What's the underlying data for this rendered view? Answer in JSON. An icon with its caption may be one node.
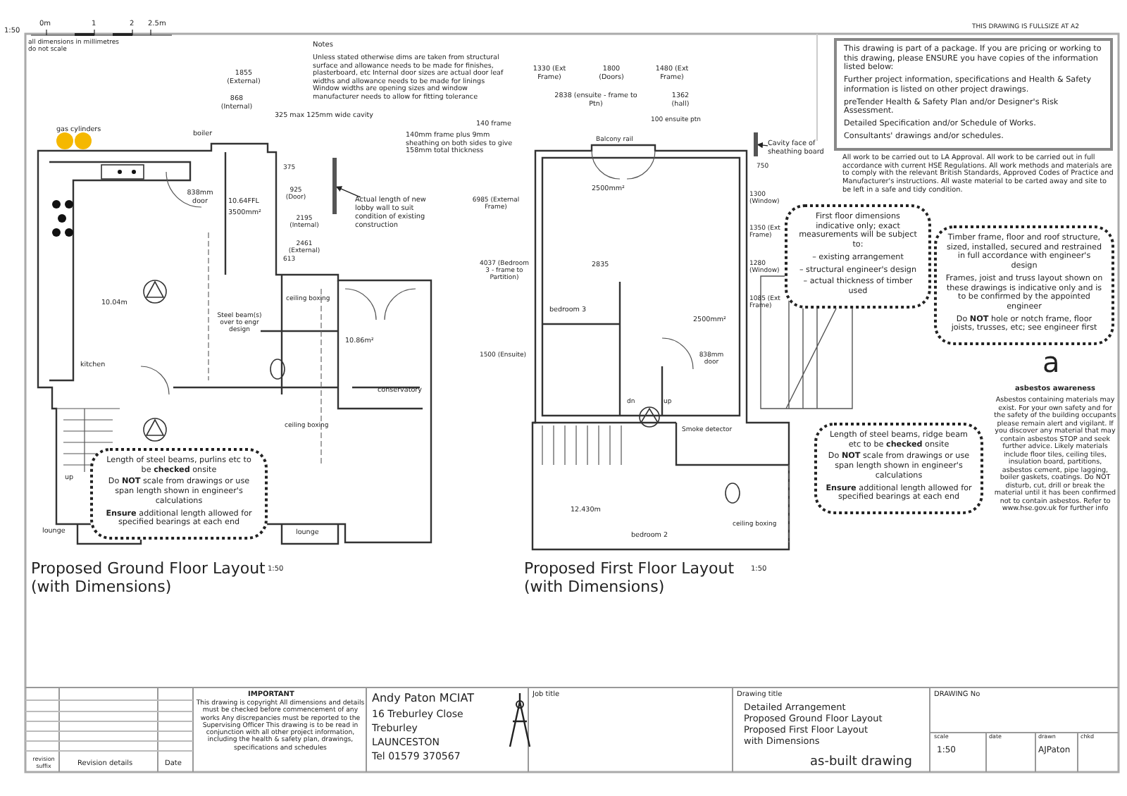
{
  "diagram": {
    "nodes": [
      {
        "text": [
          "This drawing is part of a package. If you are pricing or working to this drawing, please ENSURE you have copies of the information listed below:",
          "Further project information, specifications and Health & Safety information is listed on other project drawings.",
          "preTender Health & Safety Plan and/or Designer's Risk Assessment.",
          "Detailed Specification and/or Schedule of Works.",
          "Consultants' drawings and/or schedules."
        ]
      },
      {
        "text": [
          "Actual length of new lobby wall to suit condition of existing construction"
        ]
      },
      {
        "text": [
          "Cavity face of sheathing board"
        ]
      },
      {
        "text": [
          "First floor dimensions indicative only; exact measurements will be subject to:",
          "– existing arrangement",
          "– structural engineer's design",
          "– actual thickness of timber used"
        ]
      },
      {
        "text": [
          "Timber frame, floor and roof structure, sized, installed, secured and restrained in full accordance with engineer's design",
          "Frames, joist and truss layout shown on these drawings is indicative only and is to be confirmed by the appointed engineer",
          "Do **NOT** hole or notch frame, floor joists, trusses, etc; see engineer first"
        ]
      },
      {
        "text": [
          "Length of steel beams, purlins etc to be **checked** onsite",
          "Do **NOT** scale from drawings or use span length shown in engineer's calculations",
          "**Ensure** additional length allowed for specified bearings at each end"
        ]
      },
      {
        "text": [
          "Length of steel beams, ridge beam etc to be **checked** onsite",
          "Do **NOT** scale from drawings or use span length shown in engineer's calculations",
          "**Ensure** additional length allowed for specified bearings at each end"
        ]
      },
      {
        "text": [],
        "shape": "bar"
      },
      {
        "text": [],
        "shape": "bar"
      }
    ],
    "edges": [
      {
        "from": 1,
        "to": 7,
        "arrow": "to"
      },
      {
        "from": 2,
        "to": 8,
        "arrow": "to"
      }
    ],
    "labels": [
      "1:50",
      "0m",
      "1",
      "2",
      "2.5m",
      "all dimensions in millimetres",
      "do not scale",
      "THIS DRAWING IS FULLSIZE AT A2",
      "Notes",
      "Unless stated otherwise dims are taken from structural surface and allowance needs to be made for finishes, plasterboard, etc Internal door sizes are actual door leaf widths and allowance needs to be made for linings Window widths are opening sizes and window manufacturer needs to allow for fitting tolerance",
      "1855 (External)",
      "868 (Internal)",
      "325 max 125mm wide cavity",
      "gas cylinders",
      "boiler",
      "838mm door",
      "10.64FFL",
      "3500mm²",
      "375",
      "925 (Door)",
      "2195 (Internal)",
      "2461 (External)",
      "613",
      "10.04m",
      "Steel beam(s) over to engr design",
      "ceiling boxing",
      "10.86m²",
      "conservatory",
      "kitchen",
      "up",
      "ceiling boxing",
      "lounge",
      "lounge",
      "Proposed Ground Floor Layout",
      "1:50",
      "(with Dimensions)",
      "1330 (Ext Frame)",
      "1800 (Doors)",
      "1480 (Ext Frame)",
      "2838 (ensuite - frame to Ptn)",
      "1362 (hall)",
      "100 ensuite ptn",
      "140 frame",
      "140mm frame plus 9mm sheathing on both sides to give 158mm total thickness",
      "Balcony rail",
      "2500mm²",
      "2835",
      "750",
      "1300 (Window)",
      "1350 (Ext Frame)",
      "1280 (Window)",
      "1085 (Ext Frame)",
      "6985 (External Frame)",
      "4037 (Bedroom 3 - frame to Partition)",
      "1500 (Ensuite)",
      "bedroom 3",
      "838mm door",
      "2500mm²",
      "dn",
      "up",
      "Smoke detector",
      "12.430m",
      "ceiling boxing",
      "bedroom 2",
      "Proposed First Floor Layout",
      "1:50",
      "(with Dimensions)",
      "All work to be carried out to LA Approval. All work to be carried out in full accordance with current HSE Regulations. All work methods and materials are to comply with the relevant British Standards, Approved Codes of Practice and Manufacturer's instructions. All waste material to be carted away and site to be left in a safe and tidy condition.",
      "a",
      "asbestos awareness",
      "Asbestos containing materials may exist. For your own safety and for the safety of the building occupants please remain alert and vigilant. If you discover any material that may contain asbestos STOP and seek further advice. Likely materials include floor tiles, ceiling tiles, insulation board, partitions, asbestos cement, pipe lagging, boiler gaskets, coatings. Do NOT disturb, cut, drill or break the material until it has been confirmed not to contain asbestos. Refer to www.hse.gov.uk for further info",
      "revision suffix",
      "Revision details",
      "Date",
      "IMPORTANT",
      "This drawing is copyright All dimensions and details must be checked before commencement of any works Any discrepancies must be reported to the Supervising Officer This drawing is to be read in conjunction with all other project information, including the health & safety plan, drawings, specifications and schedules",
      "Andy Paton MCIAT",
      "16 Treburley Close",
      "Treburley",
      "LAUNCESTON",
      "Tel 01579 370567",
      "Job title",
      "Drawing title",
      "Detailed Arrangement",
      "Proposed Ground Floor Layout",
      "Proposed First Floor Layout",
      "with Dimensions",
      "as-built drawing",
      "DRAWING No",
      "scale",
      "1:50",
      "date",
      "drawn",
      "AJPaton",
      "chkd"
    ]
  }
}
